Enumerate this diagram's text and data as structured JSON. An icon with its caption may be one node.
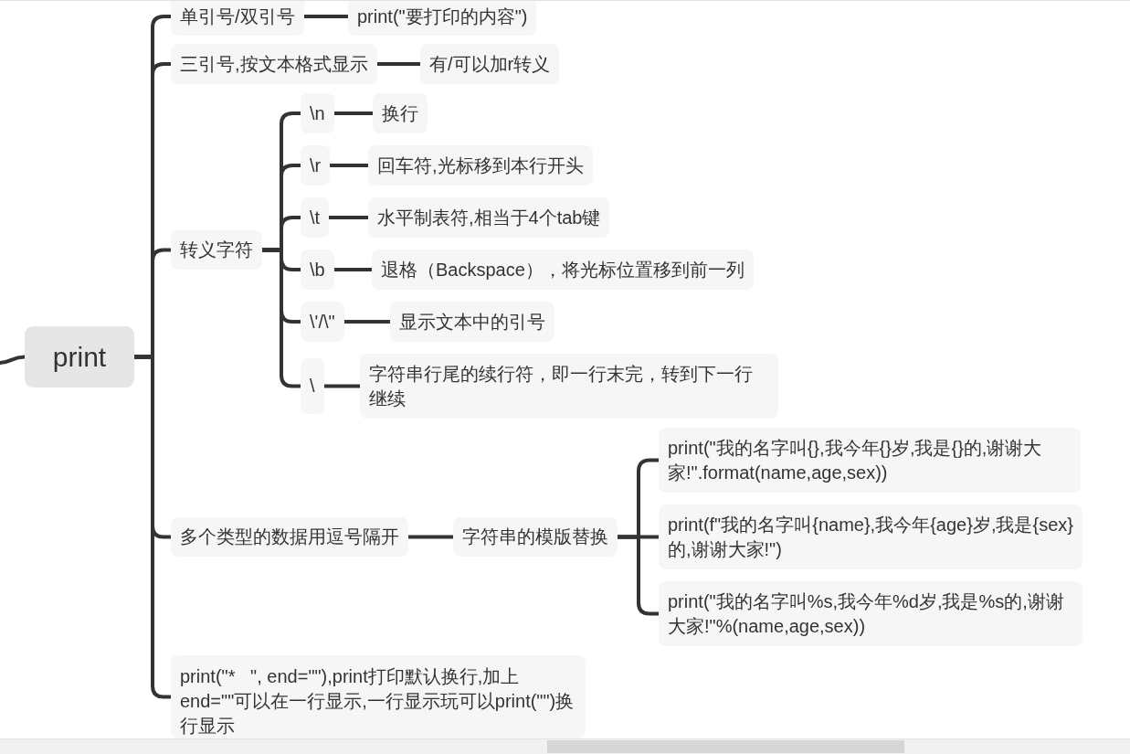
{
  "diagram": {
    "nodes": [
      {
        "text": [
          "print"
        ]
      },
      {
        "text": [
          "单引号/双引号"
        ]
      },
      {
        "text": [
          "print(\"要打印的内容\")"
        ]
      },
      {
        "text": [
          "三引号,按文本格式显示"
        ]
      },
      {
        "text": [
          "有/可以加r转义"
        ]
      },
      {
        "text": [
          "转义字符"
        ]
      },
      {
        "text": [
          "\\n"
        ]
      },
      {
        "text": [
          "换行"
        ]
      },
      {
        "text": [
          "\\r"
        ]
      },
      {
        "text": [
          "回车符,光标移到本行开头"
        ]
      },
      {
        "text": [
          "\\t"
        ]
      },
      {
        "text": [
          "水平制表符,相当于4个tab键"
        ]
      },
      {
        "text": [
          "\\b"
        ]
      },
      {
        "text": [
          "退格（Backspace），将光标位置移到前一列"
        ]
      },
      {
        "text": [
          "\\'/\\\""
        ]
      },
      {
        "text": [
          "显示文本中的引号"
        ]
      },
      {
        "text": [
          "\\"
        ]
      },
      {
        "text": [
          "字符串行尾的续行符，即一行末完，转到下一行继续"
        ]
      },
      {
        "text": [
          "多个类型的数据用逗号隔开"
        ]
      },
      {
        "text": [
          "字符串的模版替换"
        ]
      },
      {
        "text": [
          "print(\"我的名字叫{},我今年{}岁,我是{}的,谢谢大家!\".format(name,age,sex))"
        ]
      },
      {
        "text": [
          "print(f\"我的名字叫{name},我今年{age}岁,我是{sex}的,谢谢大家!\")"
        ]
      },
      {
        "text": [
          "print(\"我的名字叫%s,我今年%d岁,我是%s的,谢谢大家!\"%(name,age,sex))"
        ]
      },
      {
        "text": [
          "print(\"*   \", end=\"\"),print打印默认换行,加上end=\"\"可以在一行显示,一行显示玩可以print(\"\")换行显示"
        ]
      }
    ],
    "edges": [
      {
        "from": 0,
        "to": 1,
        "arrow": "none"
      },
      {
        "from": 1,
        "to": 2,
        "arrow": "none"
      },
      {
        "from": 0,
        "to": 3,
        "arrow": "none"
      },
      {
        "from": 3,
        "to": 4,
        "arrow": "none"
      },
      {
        "from": 0,
        "to": 5,
        "arrow": "none"
      },
      {
        "from": 5,
        "to": 6,
        "arrow": "none"
      },
      {
        "from": 6,
        "to": 7,
        "arrow": "none"
      },
      {
        "from": 5,
        "to": 8,
        "arrow": "none"
      },
      {
        "from": 8,
        "to": 9,
        "arrow": "none"
      },
      {
        "from": 5,
        "to": 10,
        "arrow": "none"
      },
      {
        "from": 10,
        "to": 11,
        "arrow": "none"
      },
      {
        "from": 5,
        "to": 12,
        "arrow": "none"
      },
      {
        "from": 12,
        "to": 13,
        "arrow": "none"
      },
      {
        "from": 5,
        "to": 14,
        "arrow": "none"
      },
      {
        "from": 14,
        "to": 15,
        "arrow": "none"
      },
      {
        "from": 5,
        "to": 16,
        "arrow": "none"
      },
      {
        "from": 16,
        "to": 17,
        "arrow": "none"
      },
      {
        "from": 0,
        "to": 18,
        "arrow": "none"
      },
      {
        "from": 18,
        "to": 19,
        "arrow": "none"
      },
      {
        "from": 19,
        "to": 20,
        "arrow": "none"
      },
      {
        "from": 19,
        "to": 21,
        "arrow": "none"
      },
      {
        "from": 19,
        "to": 22,
        "arrow": "none"
      },
      {
        "from": 0,
        "to": 23,
        "arrow": "none"
      },
      {
        "from": null,
        "to": 0,
        "arrow": "none"
      }
    ]
  }
}
